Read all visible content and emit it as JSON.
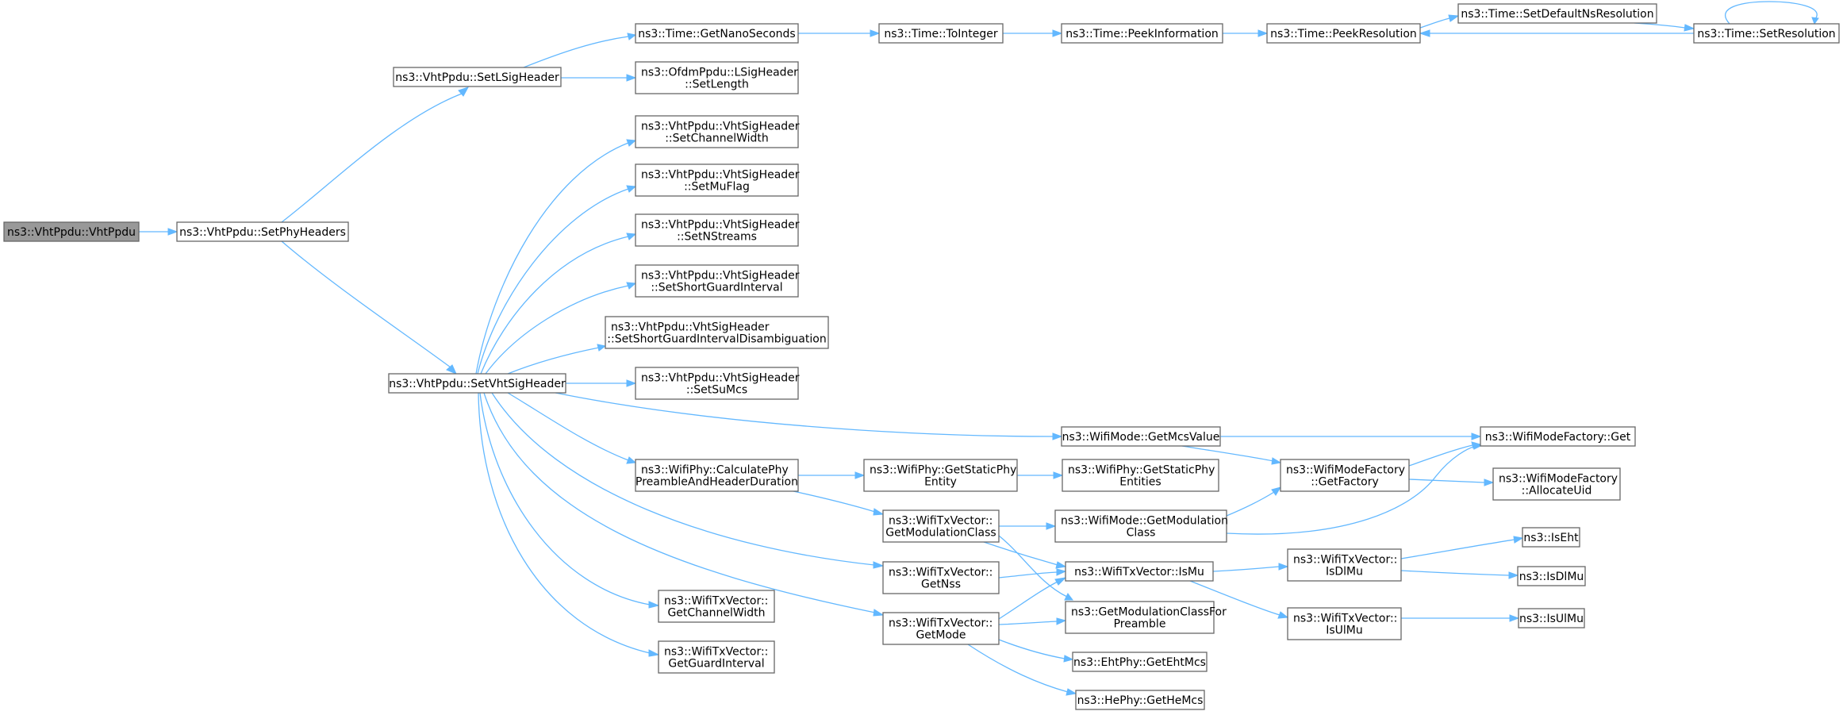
{
  "graph": {
    "colors": {
      "edge": "#63b8ff",
      "node_border": "#666666",
      "node_fill": "#ffffff",
      "root_fill": "#999999"
    },
    "nodes": [
      {
        "id": "root",
        "lines": [
          "ns3::VhtPpdu::VhtPpdu"
        ]
      },
      {
        "id": "setphy",
        "lines": [
          "ns3::VhtPpdu::SetPhyHeaders"
        ]
      },
      {
        "id": "setlsig",
        "lines": [
          "ns3::VhtPpdu::SetLSigHeader"
        ]
      },
      {
        "id": "setvht",
        "lines": [
          "ns3::VhtPpdu::SetVhtSigHeader"
        ]
      },
      {
        "id": "getnano",
        "lines": [
          "ns3::Time::GetNanoSeconds"
        ]
      },
      {
        "id": "lsiglen",
        "lines": [
          "ns3::OfdmPpdu::LSigHeader",
          "::SetLength"
        ]
      },
      {
        "id": "toint",
        "lines": [
          "ns3::Time::ToInteger"
        ]
      },
      {
        "id": "peekinfo",
        "lines": [
          "ns3::Time::PeekInformation"
        ]
      },
      {
        "id": "peekres",
        "lines": [
          "ns3::Time::PeekResolution"
        ]
      },
      {
        "id": "setdefns",
        "lines": [
          "ns3::Time::SetDefaultNsResolution"
        ]
      },
      {
        "id": "setres",
        "lines": [
          "ns3::Time::SetResolution"
        ]
      },
      {
        "id": "chwidth",
        "lines": [
          "ns3::VhtPpdu::VhtSigHeader",
          "::SetChannelWidth"
        ]
      },
      {
        "id": "muflag",
        "lines": [
          "ns3::VhtPpdu::VhtSigHeader",
          "::SetMuFlag"
        ]
      },
      {
        "id": "nstreams",
        "lines": [
          "ns3::VhtPpdu::VhtSigHeader",
          "::SetNStreams"
        ]
      },
      {
        "id": "sgi",
        "lines": [
          "ns3::VhtPpdu::VhtSigHeader",
          "::SetShortGuardInterval"
        ]
      },
      {
        "id": "sgidis",
        "lines": [
          "ns3::VhtPpdu::VhtSigHeader",
          "::SetShortGuardIntervalDisambiguation"
        ]
      },
      {
        "id": "sumcs",
        "lines": [
          "ns3::VhtPpdu::VhtSigHeader",
          "::SetSuMcs"
        ]
      },
      {
        "id": "calcpre",
        "lines": [
          "ns3::WifiPhy::CalculatePhy",
          "PreambleAndHeaderDuration"
        ]
      },
      {
        "id": "getstatic",
        "lines": [
          "ns3::WifiPhy::GetStaticPhy",
          "Entity"
        ]
      },
      {
        "id": "getstatics",
        "lines": [
          "ns3::WifiPhy::GetStaticPhy",
          "Entities"
        ]
      },
      {
        "id": "txmodcls",
        "lines": [
          "ns3::WifiTxVector::",
          "GetModulationClass"
        ]
      },
      {
        "id": "modecls",
        "lines": [
          "ns3::WifiMode::GetModulation",
          "Class"
        ]
      },
      {
        "id": "mcsval",
        "lines": [
          "ns3::WifiMode::GetMcsValue"
        ]
      },
      {
        "id": "factget",
        "lines": [
          "ns3::WifiModeFactory::Get"
        ]
      },
      {
        "id": "getfact",
        "lines": [
          "ns3::WifiModeFactory",
          "::GetFactory"
        ]
      },
      {
        "id": "alloc",
        "lines": [
          "ns3::WifiModeFactory",
          "::AllocateUid"
        ]
      },
      {
        "id": "getnss",
        "lines": [
          "ns3::WifiTxVector::",
          "GetNss"
        ]
      },
      {
        "id": "ismu",
        "lines": [
          "ns3::WifiTxVector::IsMu"
        ]
      },
      {
        "id": "isdlmu",
        "lines": [
          "ns3::WifiTxVector::",
          "IsDlMu"
        ]
      },
      {
        "id": "isulmu",
        "lines": [
          "ns3::WifiTxVector::",
          "IsUlMu"
        ]
      },
      {
        "id": "iseht",
        "lines": [
          "ns3::IsEht"
        ]
      },
      {
        "id": "isdlmuf",
        "lines": [
          "ns3::IsDlMu"
        ]
      },
      {
        "id": "isulmuf",
        "lines": [
          "ns3::IsUlMu"
        ]
      },
      {
        "id": "getmodpre",
        "lines": [
          "ns3::GetModulationClassFor",
          "Preamble"
        ]
      },
      {
        "id": "getmode",
        "lines": [
          "ns3::WifiTxVector::",
          "GetMode"
        ]
      },
      {
        "id": "ehtmcs",
        "lines": [
          "ns3::EhtPhy::GetEhtMcs"
        ]
      },
      {
        "id": "hemcs",
        "lines": [
          "ns3::HePhy::GetHeMcs"
        ]
      },
      {
        "id": "txchw",
        "lines": [
          "ns3::WifiTxVector::",
          "GetChannelWidth"
        ]
      },
      {
        "id": "txgi",
        "lines": [
          "ns3::WifiTxVector::",
          "GetGuardInterval"
        ]
      }
    ]
  }
}
